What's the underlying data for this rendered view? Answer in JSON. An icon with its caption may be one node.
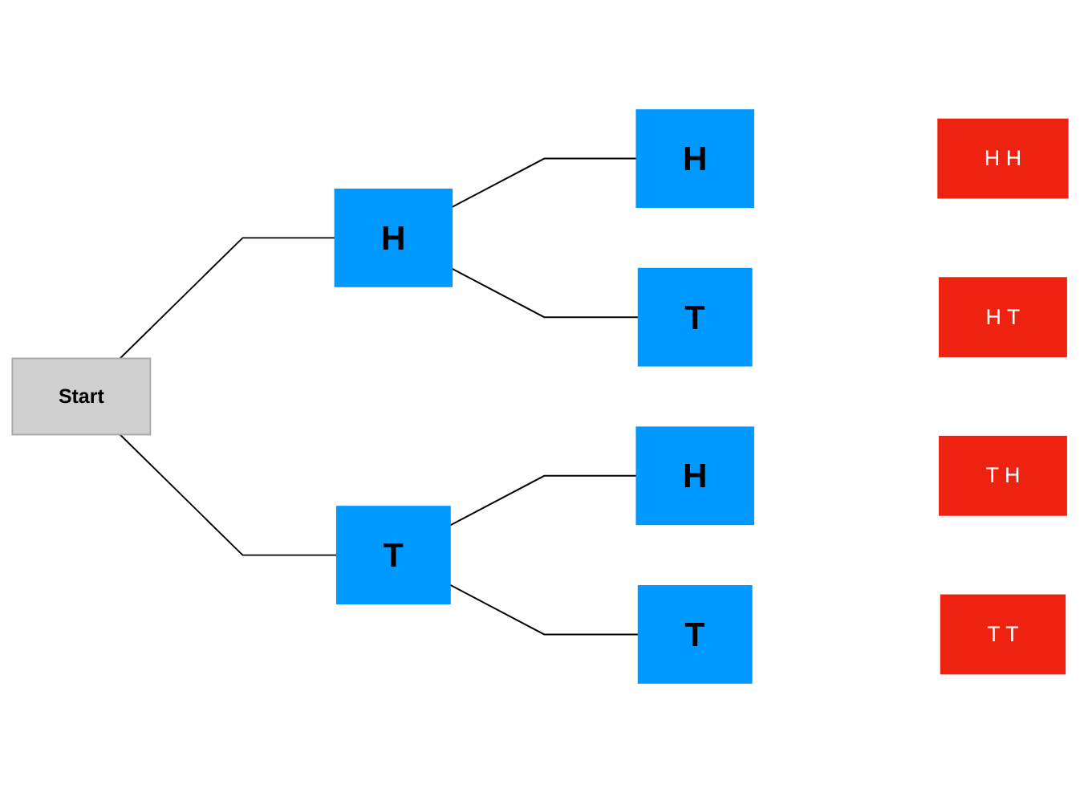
{
  "diagram": {
    "nodes": [
      {
        "text": [
          "Start"
        ]
      },
      {
        "text": [
          "H"
        ]
      },
      {
        "text": [
          "T"
        ]
      },
      {
        "text": [
          "H"
        ]
      },
      {
        "text": [
          "T"
        ]
      },
      {
        "text": [
          "H"
        ]
      },
      {
        "text": [
          "T"
        ]
      },
      {
        "text": [
          "H H"
        ]
      },
      {
        "text": [
          "H T"
        ]
      },
      {
        "text": [
          "T H"
        ]
      },
      {
        "text": [
          "T T"
        ]
      }
    ],
    "edges": [
      {
        "from": 0,
        "to": 1,
        "arrow": "none"
      },
      {
        "from": 0,
        "to": 2,
        "arrow": "none"
      },
      {
        "from": 1,
        "to": 3,
        "arrow": "none"
      },
      {
        "from": 1,
        "to": 4,
        "arrow": "none"
      },
      {
        "from": 2,
        "to": 5,
        "arrow": "none"
      },
      {
        "from": 2,
        "to": 6,
        "arrow": "none"
      }
    ]
  }
}
